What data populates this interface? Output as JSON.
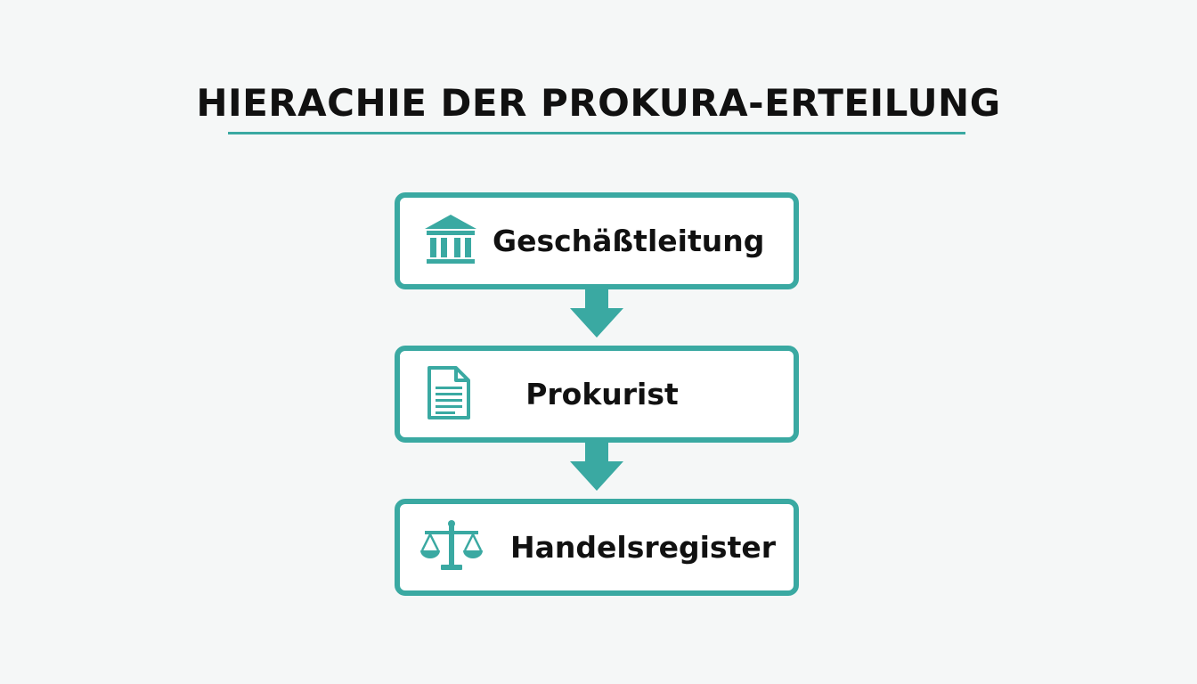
{
  "title": "HIERACHIE DER PROKURA-ERTEILUNG",
  "accent_color": "#3aa9a2",
  "steps": [
    {
      "label": "Geschäßtleitung",
      "icon": "bank-building-icon"
    },
    {
      "label": "Prokurist",
      "icon": "document-icon"
    },
    {
      "label": "Handelsregister",
      "icon": "scales-of-justice-icon"
    }
  ]
}
